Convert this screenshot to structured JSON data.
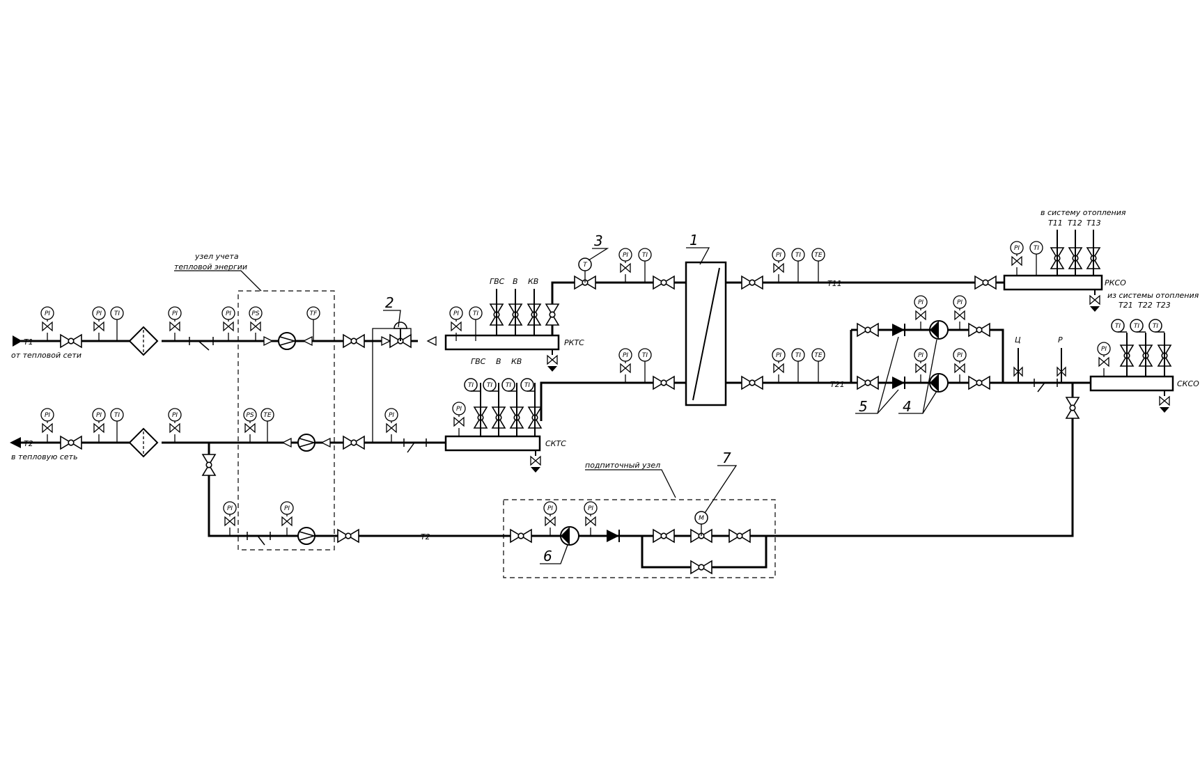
{
  "labels": {
    "from_network_code": "Т1",
    "from_network": "от тепловой сети",
    "to_network_code": "Т2",
    "to_network": "в тепловую сеть",
    "metering_line1": "узел учета",
    "metering_line2": "тепловой энергии",
    "makeup_node": "подпиточный узел",
    "heating_out": "в систему отопления",
    "heating_in": "из системы отопления"
  },
  "manifolds": {
    "rkts": "РКТС",
    "skts": "СКТС",
    "rkso": "РКСО",
    "skso": "СКСО"
  },
  "branch_labels": {
    "gvs": "ГВС",
    "v": "В",
    "kv": "КВ",
    "t11": "Т11",
    "t12": "Т12",
    "t13": "Т13",
    "t21": "Т21",
    "t22": "Т22",
    "t23": "Т23",
    "c": "Ц",
    "r": "Р"
  },
  "line_labels": {
    "t11": "Т11",
    "t21": "Т21",
    "t2": "Т2"
  },
  "instruments": {
    "pi": "PI",
    "ti": "TI",
    "ps": "PS",
    "te": "TE",
    "tf": "TF",
    "t": "T",
    "m": "M"
  },
  "callouts": {
    "n1": "1",
    "n2": "2",
    "n3": "3",
    "n4": "4",
    "n5": "5",
    "n6": "6",
    "n7": "7"
  }
}
